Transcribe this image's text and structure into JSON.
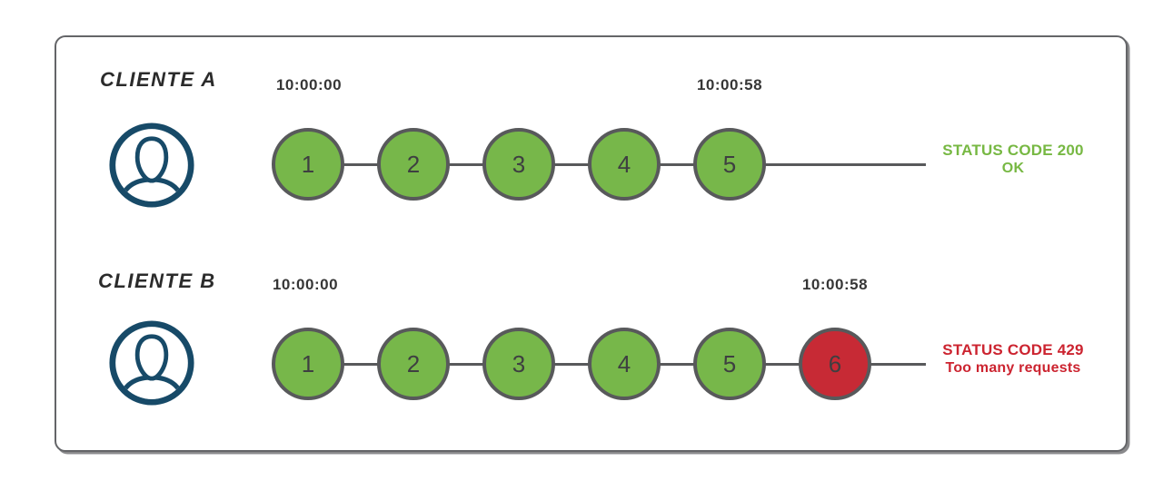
{
  "diagram": {
    "description_note": "",
    "rows": [
      {
        "client_label": "CLIENTE A",
        "start_time": "10:00:00",
        "end_time": "10:00:58",
        "requests": [
          {
            "number": "1",
            "status": "success"
          },
          {
            "number": "2",
            "status": "success"
          },
          {
            "number": "3",
            "status": "success"
          },
          {
            "number": "4",
            "status": "success"
          },
          {
            "number": "5",
            "status": "success"
          }
        ],
        "status_line1": "STATUS CODE 200",
        "status_line2": "OK",
        "status_type": "success"
      },
      {
        "client_label": "CLIENTE B",
        "start_time": "10:00:00",
        "end_time": "10:00:58",
        "requests": [
          {
            "number": "1",
            "status": "success"
          },
          {
            "number": "2",
            "status": "success"
          },
          {
            "number": "3",
            "status": "success"
          },
          {
            "number": "4",
            "status": "success"
          },
          {
            "number": "5",
            "status": "success"
          },
          {
            "number": "6",
            "status": "error"
          }
        ],
        "status_line1": "STATUS CODE 429",
        "status_line2": "Too many requests",
        "status_type": "error"
      }
    ]
  },
  "icons": {
    "person": "person-icon"
  },
  "colors": {
    "request_success": "#77b74a",
    "request_error": "#c72a35",
    "line_stroke": "#58595b",
    "frame_border": "#646568",
    "person_navy": "#174a68",
    "status_success_text": "#77b843",
    "status_error_text": "#cc2430",
    "time_text": "#363636",
    "label_text": "#2b2b2b"
  }
}
